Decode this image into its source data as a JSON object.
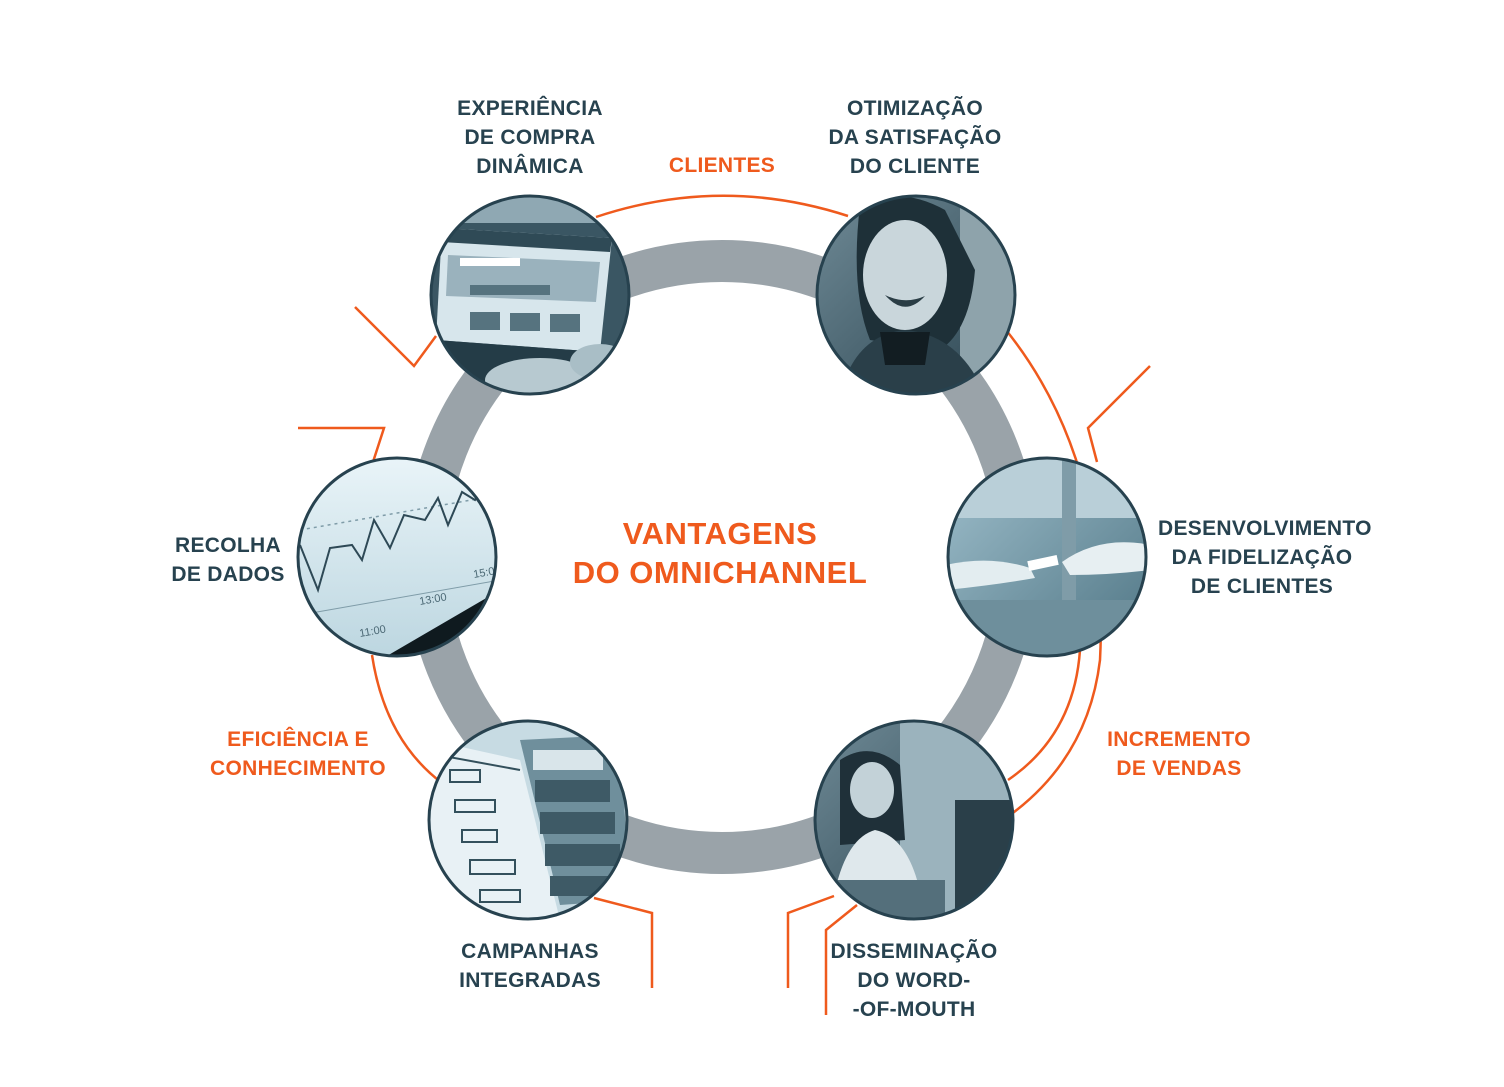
{
  "title": [
    "VANTAGENS",
    "DO OMNICHANNEL"
  ],
  "colors": {
    "ring": "#9aa3a9",
    "accent": "#ef5a1d",
    "text_dark": "#27424f",
    "photo_outline": "#27424f"
  },
  "benefits": [
    {
      "id": "experiencia",
      "lines": [
        "EXPERIÊNCIA",
        "DE COMPRA",
        "DINÂMICA"
      ],
      "image": "laptop-website-photo"
    },
    {
      "id": "otimizacao",
      "lines": [
        "OTIMIZAÇÃO",
        "DA SATISFAÇÃO",
        "DO CLIENTE"
      ],
      "image": "smiling-woman-photo"
    },
    {
      "id": "fidelizacao",
      "lines": [
        "DESENVOLVIMENTO",
        "DA FIDELIZAÇÃO",
        "DE CLIENTES"
      ],
      "image": "card-handover-photo"
    },
    {
      "id": "word-of-mouth",
      "lines": [
        "DISSEMINAÇÃO",
        "DO WORD-",
        "-OF-MOUTH"
      ],
      "image": "woman-at-desk-photo"
    },
    {
      "id": "campanhas",
      "lines": [
        "CAMPANHAS",
        "INTEGRADAS"
      ],
      "image": "wireframe-sketches-photo"
    },
    {
      "id": "recolha",
      "lines": [
        "RECOLHA",
        "DE DADOS"
      ],
      "image": "data-chart-photo"
    }
  ],
  "groups": [
    {
      "id": "clientes",
      "lines": [
        "CLIENTES"
      ]
    },
    {
      "id": "vendas",
      "lines": [
        "INCREMENTO",
        "DE VENDAS"
      ]
    },
    {
      "id": "eficiencia",
      "lines": [
        "EFICIÊNCIA E",
        "CONHECIMENTO"
      ]
    }
  ],
  "chart_axis_labels": [
    "11:00",
    "13:00",
    "15:0"
  ]
}
